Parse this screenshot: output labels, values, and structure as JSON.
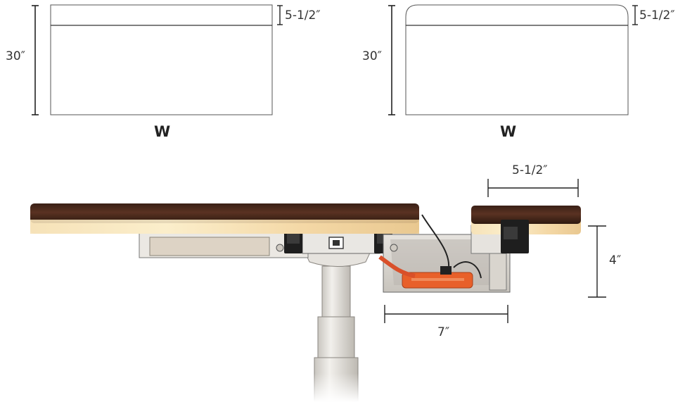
{
  "top_left_diagram": {
    "depth_label": "30″",
    "tray_depth_label": "5-1/2″",
    "width_label": "W"
  },
  "top_right_diagram": {
    "depth_label": "30″",
    "tray_depth_label": "5-1/2″",
    "width_label": "W"
  },
  "side_view": {
    "tray_width_label": "5-1/2″",
    "tray_height_label": "4″",
    "tray_bottom_label": "7″"
  },
  "colors": {
    "desk_top": "#4a2a1a",
    "desk_glow": "#f3d9a8",
    "tray_metal": "#d9d6d0",
    "power_strip": "#e8602a",
    "cable": "#d9502a",
    "column": "#e4e2de"
  }
}
